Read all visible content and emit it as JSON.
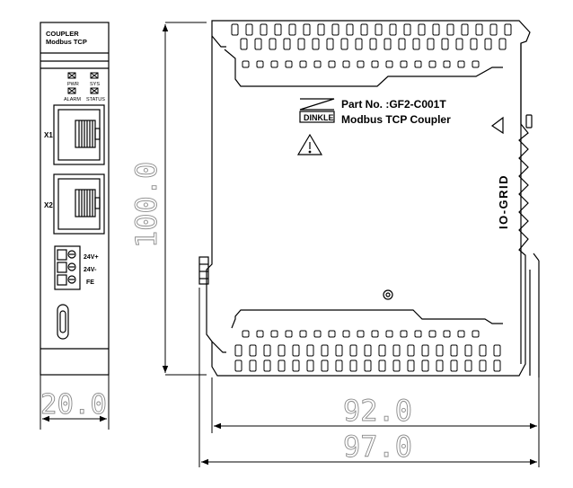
{
  "front": {
    "title_line1": "COUPLER",
    "title_line2": "Modbus TCP",
    "led_pwr": "PWR",
    "led_sys": "SYS",
    "led_alarm": "ALARM",
    "led_status": "STATUS",
    "port_x1": "X1",
    "port_x2": "X2",
    "terminal_24v_plus": "24V+",
    "terminal_24v_minus": "24V-",
    "terminal_fe": "FE"
  },
  "side": {
    "brand": "DINKLE",
    "part_no": "Part No. :GF2-C001T",
    "product_name": "Modbus TCP Coupler",
    "series_logo": "IO-GRID"
  },
  "dimensions": {
    "height": "100.0",
    "width_front": "20.0",
    "depth_body": "92.0",
    "depth_total": "97.0"
  },
  "icons": [
    "warning-triangle-icon",
    "ethernet-port-icon",
    "usb-c-port-icon",
    "dinkle-logo-icon"
  ]
}
